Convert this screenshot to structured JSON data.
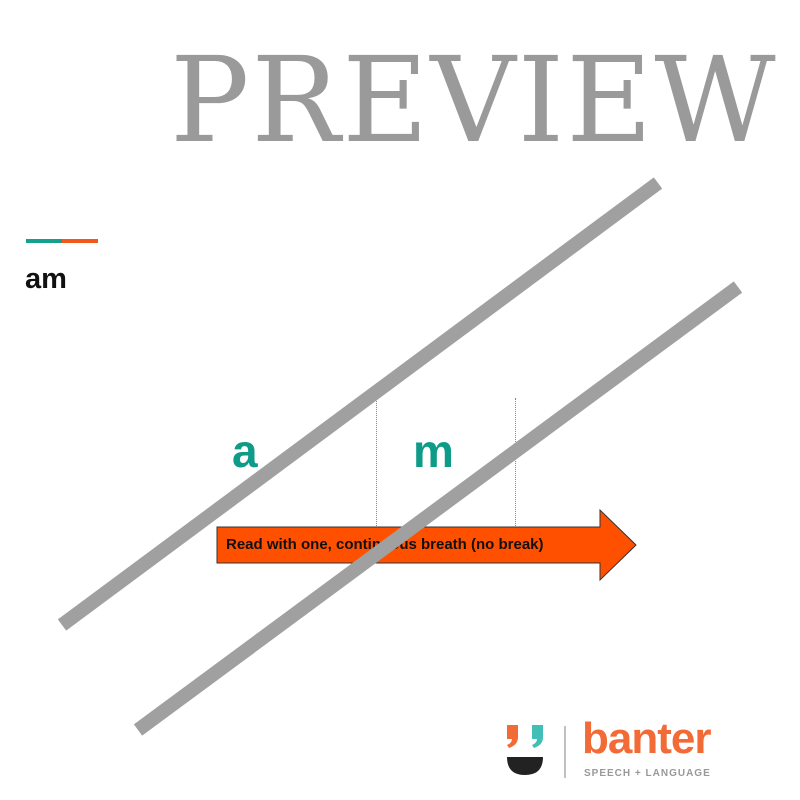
{
  "slide": {
    "title": "am",
    "accent_colors": [
      "#14a08c",
      "#f2581c"
    ],
    "letters": [
      "a",
      "m"
    ],
    "letter_color": "#0e9b87",
    "arrow_text": "Read with one, continuous breath (no break)",
    "arrow_color": "#ff5000"
  },
  "watermark": {
    "text": "PREVIEW",
    "color": "#a0a0a0"
  },
  "logo": {
    "name": "banter",
    "tagline": "SPEECH + LANGUAGE",
    "brand_color": "#f26a35",
    "secondary_color": "#3fbfb5"
  }
}
